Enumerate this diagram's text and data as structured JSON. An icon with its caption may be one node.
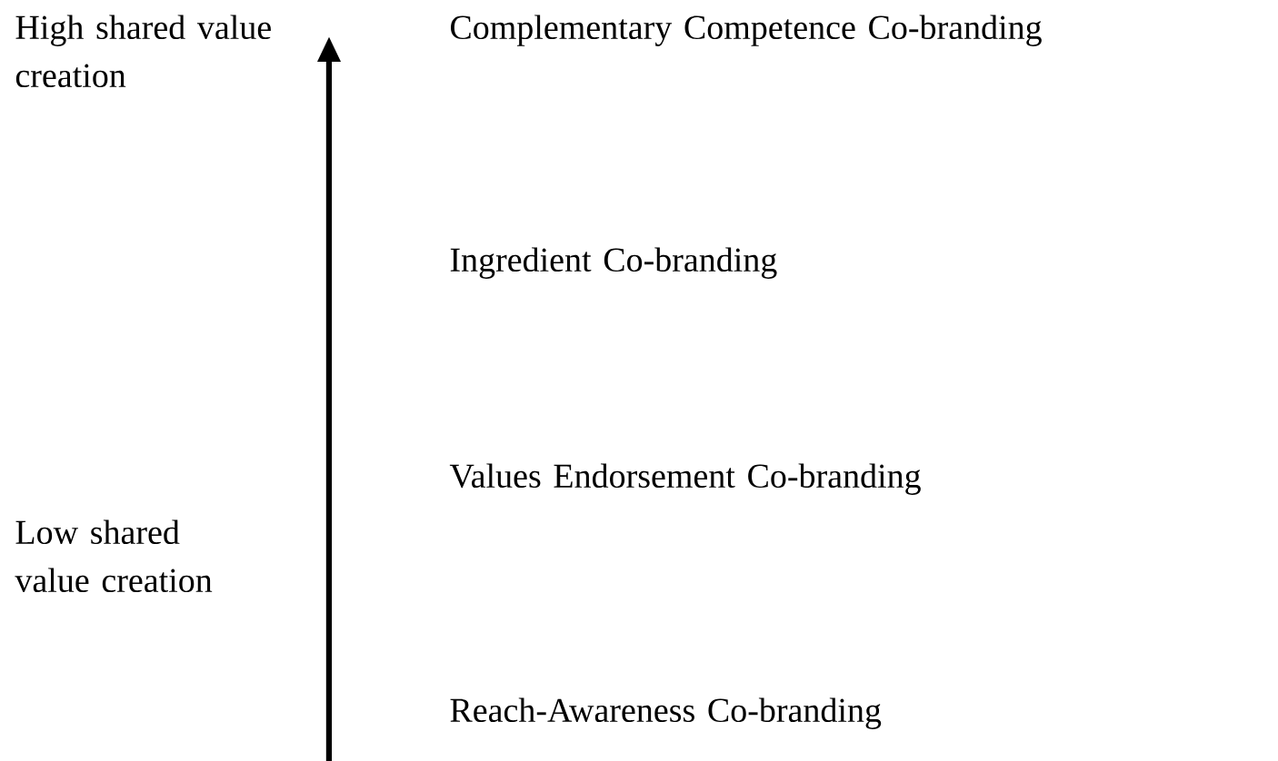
{
  "diagram": {
    "labels": [
      "High shared value creation",
      "Complementary Competence Co-branding",
      "Ingredient Co-branding",
      "Values Endorsement Co-branding",
      "Low shared value creation",
      "Reach-Awareness Co-branding"
    ]
  }
}
